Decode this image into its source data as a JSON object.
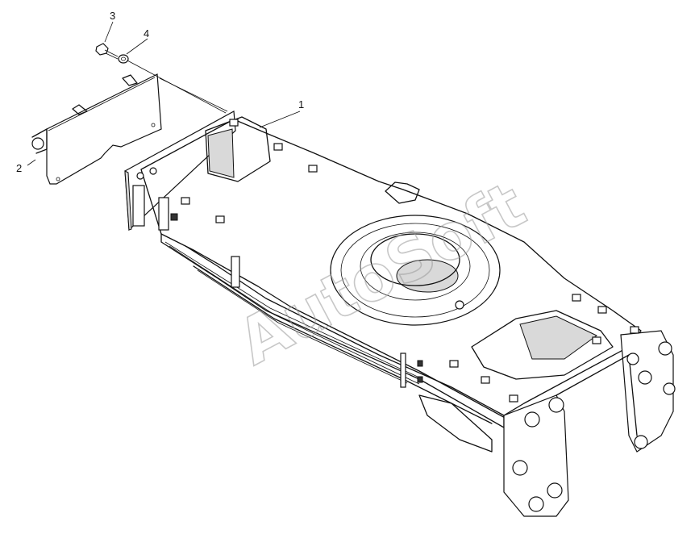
{
  "diagram": {
    "callouts": [
      {
        "id": "callout-1",
        "text": "1"
      },
      {
        "id": "callout-2",
        "text": "2"
      },
      {
        "id": "callout-3",
        "text": "3"
      },
      {
        "id": "callout-4",
        "text": "4"
      }
    ],
    "watermark": "AutoSoft"
  }
}
